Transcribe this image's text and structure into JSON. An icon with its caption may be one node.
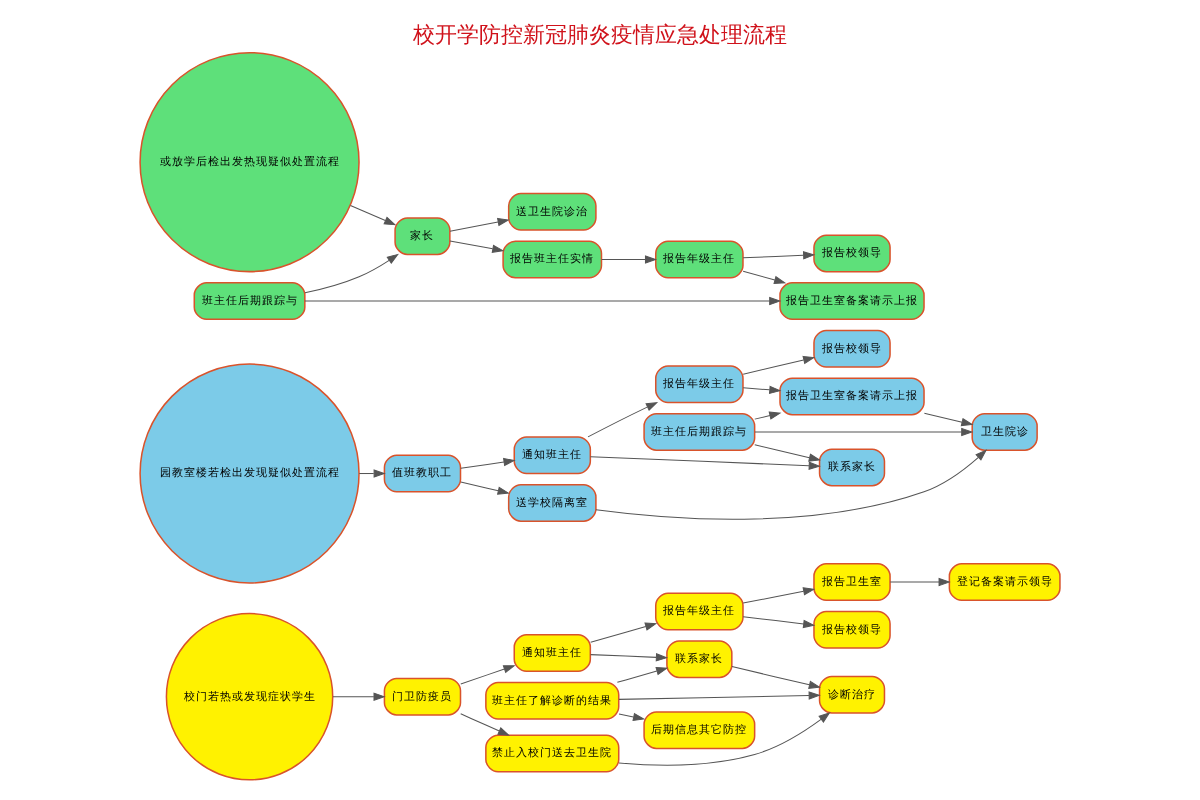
{
  "diagram": {
    "title": "校开学防控新冠肺炎疫情应急处理流程",
    "nodes": [
      {
        "text": [
          "校门若热或发现症状学生"
        ]
      },
      {
        "text": [
          "门卫防疫员"
        ]
      },
      {
        "text": [
          "禁止入校门送去卫生院"
        ]
      },
      {
        "text": [
          "通知班主任"
        ]
      },
      {
        "text": [
          "诊断治疗"
        ]
      },
      {
        "text": [
          "联系家长"
        ]
      },
      {
        "text": [
          "报告年级主任"
        ]
      },
      {
        "text": [
          "班主任了解诊断的结果"
        ]
      },
      {
        "text": [
          "报告校领导"
        ]
      },
      {
        "text": [
          "报告卫生室"
        ]
      },
      {
        "text": [
          "后期信息其它防控"
        ]
      },
      {
        "text": [
          "登记备案请示领导"
        ]
      },
      {
        "text": [
          "园教室楼若检出发现疑似处置流程"
        ]
      },
      {
        "text": [
          "值班教职工"
        ]
      },
      {
        "text": [
          "送学校隔离室"
        ]
      },
      {
        "text": [
          "通知班主任"
        ]
      },
      {
        "text": [
          "报告年级主任"
        ]
      },
      {
        "text": [
          "报告校领导"
        ]
      },
      {
        "text": [
          "报告卫生室备案请示上报"
        ]
      },
      {
        "text": [
          "联系家长"
        ]
      },
      {
        "text": [
          "卫生院诊"
        ]
      },
      {
        "text": [
          "班主任后期跟踪与"
        ]
      },
      {
        "text": [
          "或放学后检出发热现疑似处置流程"
        ]
      },
      {
        "text": [
          "家长"
        ]
      },
      {
        "text": [
          "送卫生院诊治"
        ]
      },
      {
        "text": [
          "报告班主任实情"
        ]
      },
      {
        "text": [
          "报告年级主任"
        ]
      },
      {
        "text": [
          "报告校领导"
        ]
      },
      {
        "text": [
          "报告卫生室备案请示上报"
        ]
      },
      {
        "text": [
          "班主任后期跟踪与"
        ]
      }
    ],
    "edges": [
      {
        "from": 0,
        "to": 1,
        "arrow": "to"
      },
      {
        "from": 1,
        "to": 2,
        "arrow": "to"
      },
      {
        "from": 1,
        "to": 3,
        "arrow": "to"
      },
      {
        "from": 2,
        "to": 4,
        "arrow": "to"
      },
      {
        "from": 3,
        "to": 5,
        "arrow": "to"
      },
      {
        "from": 3,
        "to": 6,
        "arrow": "to"
      },
      {
        "from": 5,
        "to": 4,
        "arrow": "to"
      },
      {
        "from": 7,
        "to": 4,
        "arrow": "to"
      },
      {
        "from": 7,
        "to": 5,
        "arrow": "to"
      },
      {
        "from": 6,
        "to": 8,
        "arrow": "to"
      },
      {
        "from": 6,
        "to": 9,
        "arrow": "to"
      },
      {
        "from": 7,
        "to": 10,
        "arrow": "to"
      },
      {
        "from": 9,
        "to": 11,
        "arrow": "to"
      },
      {
        "from": 12,
        "to": 13,
        "arrow": "to"
      },
      {
        "from": 13,
        "to": 14,
        "arrow": "to"
      },
      {
        "from": 13,
        "to": 15,
        "arrow": "to"
      },
      {
        "from": 14,
        "to": 20,
        "arrow": "to"
      },
      {
        "from": 15,
        "to": 16,
        "arrow": "to"
      },
      {
        "from": 15,
        "to": 19,
        "arrow": "to"
      },
      {
        "from": 16,
        "to": 17,
        "arrow": "to"
      },
      {
        "from": 16,
        "to": 18,
        "arrow": "to"
      },
      {
        "from": 18,
        "to": 20,
        "arrow": "to"
      },
      {
        "from": 21,
        "to": 18,
        "arrow": "to"
      },
      {
        "from": 21,
        "to": 20,
        "arrow": "to"
      },
      {
        "from": 21,
        "to": 19,
        "arrow": "to"
      },
      {
        "from": 22,
        "to": 23,
        "arrow": "to"
      },
      {
        "from": 23,
        "to": 24,
        "arrow": "to"
      },
      {
        "from": 23,
        "to": 25,
        "arrow": "to"
      },
      {
        "from": 25,
        "to": 26,
        "arrow": "to"
      },
      {
        "from": 26,
        "to": 27,
        "arrow": "to"
      },
      {
        "from": 26,
        "to": 28,
        "arrow": "to"
      },
      {
        "from": 29,
        "to": 28,
        "arrow": "to"
      },
      {
        "from": 29,
        "to": 23,
        "arrow": "to"
      }
    ]
  }
}
